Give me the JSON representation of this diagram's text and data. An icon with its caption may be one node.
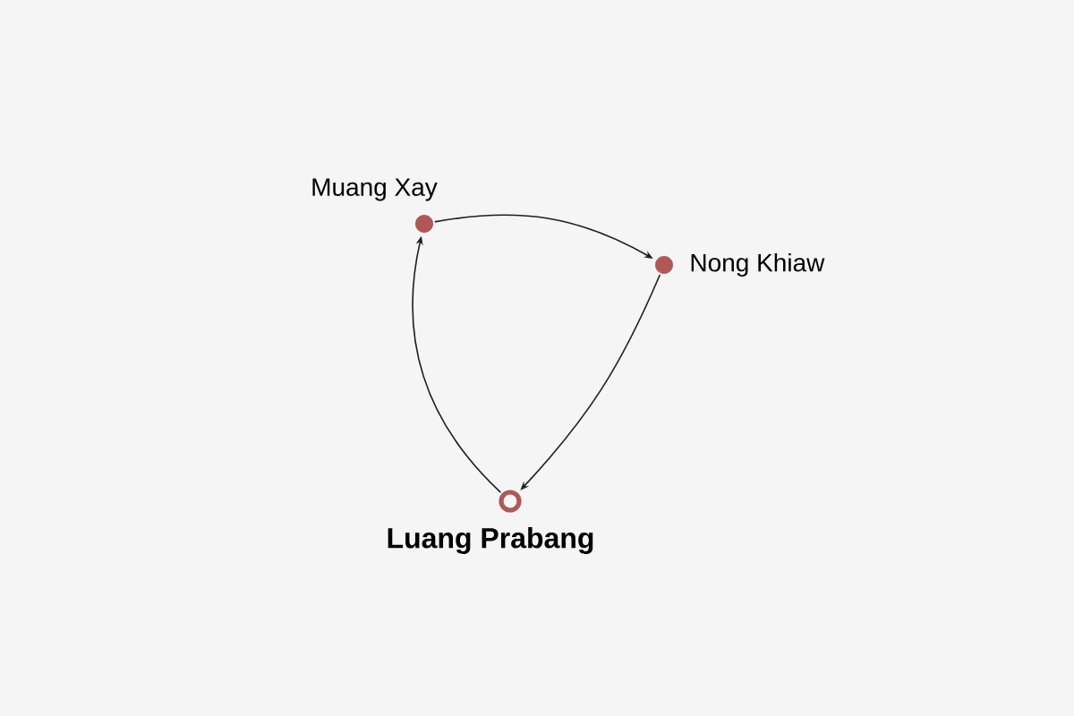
{
  "diagram": {
    "nodes": [
      {
        "text": [],
        "shape": "circle",
        "beside": [
          "Muang Xay"
        ]
      },
      {
        "text": [],
        "shape": "circle",
        "beside": [
          "Nong Khiaw"
        ]
      },
      {
        "text": [],
        "shape": "ring",
        "beside": [
          "Luang Prabang"
        ]
      }
    ],
    "edges": [
      {
        "from": 2,
        "to": 0,
        "arrow": "to"
      },
      {
        "from": 0,
        "to": 1,
        "arrow": "to"
      },
      {
        "from": 1,
        "to": 2,
        "arrow": "to"
      }
    ]
  }
}
